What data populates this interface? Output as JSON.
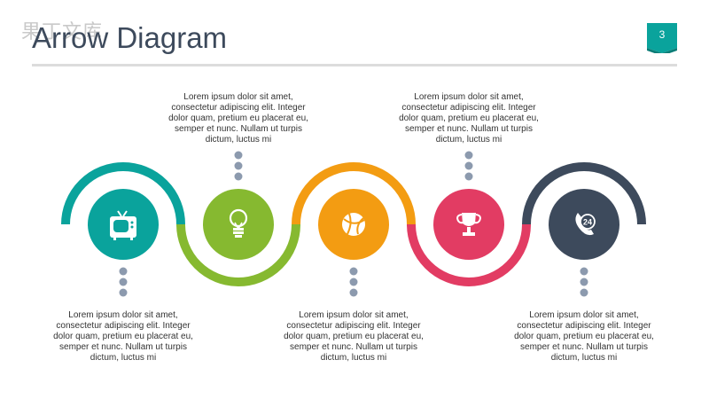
{
  "watermark": "果丁文库",
  "title": "Arrow Diagram",
  "page_number": "3",
  "colors": {
    "teal": "#0aa39c",
    "green": "#86b930",
    "orange": "#f39c12",
    "red": "#e23c63",
    "navy": "#3d4a5c",
    "dots": "#8c9aae"
  },
  "steps": [
    {
      "icon": "tv-icon",
      "color": "#0aa39c",
      "text": "Lorem ipsum dolor sit amet, consectetur adipiscing elit. Integer dolor quam, pretium eu placerat eu, semper et nunc. Nullam ut turpis dictum, luctus mi"
    },
    {
      "icon": "lightbulb-icon",
      "color": "#86b930",
      "text": "Lorem ipsum dolor sit amet, consectetur adipiscing elit. Integer dolor quam, pretium eu placerat eu, semper et nunc. Nullam ut turpis dictum, luctus mi"
    },
    {
      "icon": "basketball-icon",
      "color": "#f39c12",
      "text": "Lorem ipsum dolor sit amet, consectetur adipiscing elit. Integer dolor quam, pretium eu placerat eu, semper et nunc. Nullam ut turpis dictum, luctus mi"
    },
    {
      "icon": "trophy-icon",
      "color": "#e23c63",
      "text": "Lorem ipsum dolor sit amet, consectetur adipiscing elit. Integer dolor quam, pretium eu placerat eu, semper et nunc. Nullam ut turpis dictum, luctus mi"
    },
    {
      "icon": "phone-24-icon",
      "color": "#3d4a5c",
      "text": "Lorem ipsum dolor sit amet, consectetur adipiscing elit. Integer dolor quam, pretium eu placerat eu, semper et nunc. Nullam ut turpis dictum, luctus mi"
    }
  ],
  "phone_label": "24"
}
